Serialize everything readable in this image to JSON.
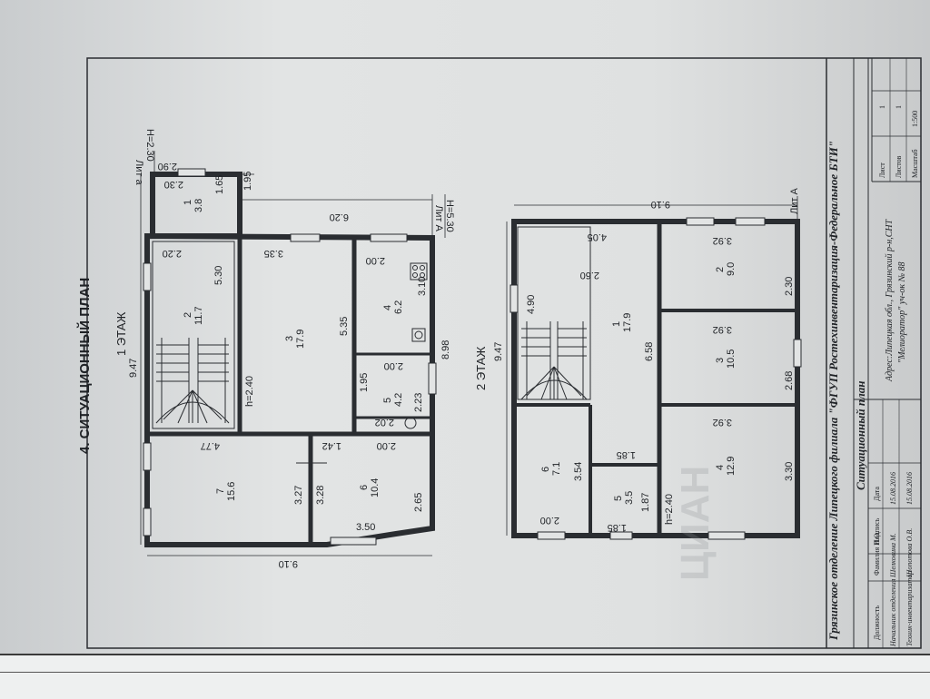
{
  "document": {
    "section_title": "4. СИТУАЦИОННЫЙ ПЛАН",
    "floor1_label": "1 ЭТАЖ",
    "floor2_label": "2 ЭТАЖ",
    "lit_a_top": "Лит а",
    "h_a_top": "H=2.30",
    "lit_A": "Лит А",
    "h_A": "H=5.30",
    "lit_A2": "Лит А",
    "h_floor1": "h=2.40",
    "h_floor2": "h=2.40",
    "watermark": "ЦИАН"
  },
  "floor1": {
    "dims": {
      "d290": "2.90",
      "d230": "2.30",
      "d165": "1.65",
      "d195": "1.95",
      "d620": "6.20",
      "d220": "2.20",
      "d335": "3.35",
      "d200a": "2.00",
      "d530": "5.30",
      "d947": "9.47",
      "d535": "5.35",
      "d310": "3.10",
      "d200b": "2.00",
      "d898": "8.98",
      "d195b": "1.95",
      "d223": "2.23",
      "d202": "2.02",
      "d477": "4.77",
      "d142": "1.42",
      "d200c": "2.00",
      "d327": "3.27",
      "d328": "3.28",
      "d265": "2.65",
      "d350": "3.50",
      "d910": "9.10"
    },
    "rooms": {
      "r1": "1",
      "r1a": "3.8",
      "r2": "2",
      "r2a": "11.7",
      "r3": "3",
      "r3a": "17.9",
      "r4": "4",
      "r4a": "6.2",
      "r5": "5",
      "r5a": "4.2",
      "r6": "6",
      "r6a": "10.4",
      "r7": "7",
      "r7a": "15.6"
    }
  },
  "floor2": {
    "dims": {
      "d910": "9.10",
      "d405": "4.05",
      "d392a": "3.92",
      "d260": "2.60",
      "d490": "4.90",
      "d947": "9.47",
      "d230": "2.30",
      "d392b": "3.92",
      "d658": "6.58",
      "d268": "2.68",
      "d392c": "3.92",
      "d185a": "1.85",
      "d354": "3.54",
      "d330": "3.30",
      "d200": "2.00",
      "d185b": "1.85",
      "d187": "1.87"
    },
    "rooms": {
      "r1": "1",
      "r1a": "17.9",
      "r2": "2",
      "r2a": "9.0",
      "r3": "3",
      "r3a": "10.5",
      "r4": "4",
      "r4a": "12.9",
      "r5": "5",
      "r5a": "3.5",
      "r6": "6",
      "r6a": "7.1"
    }
  },
  "stamp": {
    "org_line": "Грязинское отделение Липецкого филиала \"ФГУП Ростехинвентаризация-Федеральное БТИ\"",
    "title": "Ситуационный план",
    "address_line1": "Адрес:Липецкая обл., Грязинский р-н,СНТ",
    "address_line2": "\"Мелиоратор\" уч-ок № 88",
    "col_position": "Должность",
    "col_name": "Фамилия И.О.",
    "col_sign": "Подпись",
    "col_date": "Дата",
    "row1_pos": "Начальник отделения",
    "row1_name": "Шелковина М.",
    "row1_date": "15.08.2016",
    "row2_pos": "Техник-инвентаризатор",
    "row2_name": "Шопотова О.В.",
    "row2_date": "15.08.2016",
    "sheet_label": "Лист",
    "sheet_val": "1",
    "sheets_label": "Листов",
    "sheets_val": "1",
    "scale_label": "Масштаб",
    "scale_val": "1:500"
  }
}
